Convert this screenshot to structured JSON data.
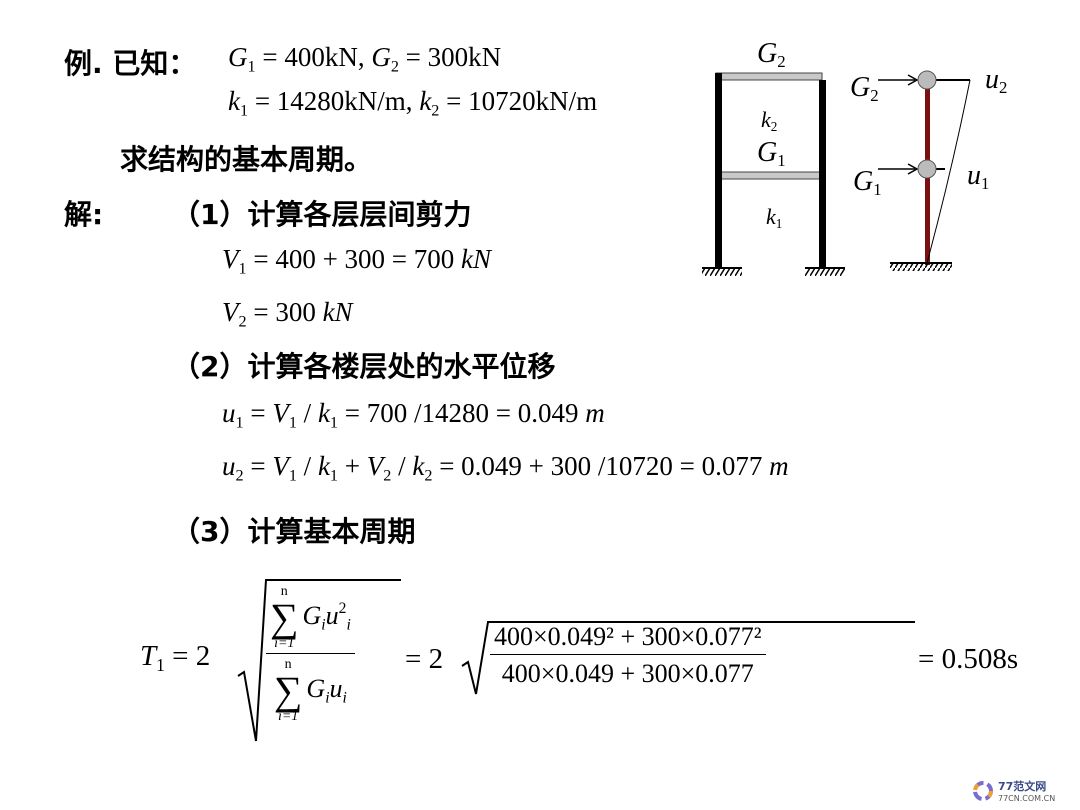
{
  "heading": {
    "example": "例. 已知：",
    "ask": "求结构的基本周期。",
    "solve": "解:",
    "step1": "（1）计算各层层间剪力",
    "step2": "（2）计算各楼层处的水平位移",
    "step3": "（3）计算基本周期"
  },
  "given": {
    "line1": [
      {
        "t": "G",
        "i": 1
      },
      {
        "sub": "1"
      },
      {
        "t": " = 400kN, "
      },
      {
        "t": "G",
        "i": 1
      },
      {
        "sub": "2"
      },
      {
        "t": " = 300kN"
      }
    ],
    "line2": [
      {
        "t": "k",
        "i": 1
      },
      {
        "sub": "1"
      },
      {
        "t": " = 14280kN/m, "
      },
      {
        "t": "k",
        "i": 1
      },
      {
        "sub": "2"
      },
      {
        "t": " = 10720kN/m"
      }
    ]
  },
  "equations": {
    "v1": [
      {
        "t": "V",
        "i": 1
      },
      {
        "sub": "1"
      },
      {
        "t": " = 400 + 300  = 700 "
      },
      {
        "t": "kN",
        "i": 1
      }
    ],
    "v2": [
      {
        "t": "V",
        "i": 1
      },
      {
        "sub": "2"
      },
      {
        "t": " = 300 "
      },
      {
        "t": "kN",
        "i": 1
      }
    ],
    "u1": [
      {
        "t": "u",
        "i": 1
      },
      {
        "sub": "1"
      },
      {
        "t": " = "
      },
      {
        "t": "V",
        "i": 1
      },
      {
        "sub": "1"
      },
      {
        "t": " / "
      },
      {
        "t": "k",
        "i": 1
      },
      {
        "sub": "1"
      },
      {
        "t": " = 700 /14280  = 0.049 "
      },
      {
        "t": "m",
        "i": 1
      }
    ],
    "u2": [
      {
        "t": "u",
        "i": 1
      },
      {
        "sub": "2"
      },
      {
        "t": " = "
      },
      {
        "t": "V",
        "i": 1
      },
      {
        "sub": "1"
      },
      {
        "t": " / "
      },
      {
        "t": "k",
        "i": 1
      },
      {
        "sub": "1"
      },
      {
        "t": " + "
      },
      {
        "t": "V",
        "i": 1
      },
      {
        "sub": "2"
      },
      {
        "t": " / "
      },
      {
        "t": "k",
        "i": 1
      },
      {
        "sub": "2"
      },
      {
        "t": " = 0.049 + 300 /10720  = 0.077 "
      },
      {
        "t": "m",
        "i": 1
      }
    ]
  },
  "period": {
    "lhs": "T",
    "lhs_sub": "1",
    "eq_two": "= 2",
    "sum_top": "n",
    "sum_bottom": "i=1",
    "sigma": "∑",
    "num_term": "G",
    "num_sub": "i",
    "num_u": "u",
    "num_u_sup": "2",
    "num_u_sub": "i",
    "den_term": "G",
    "den_sub": "i",
    "den_u": "u",
    "den_u_sub": "i",
    "eq_two2": "= 2",
    "num2": "400×0.049² + 300×0.077²",
    "den2": "400×0.049 + 300×0.077",
    "result": "= 0.508s"
  },
  "diagram": {
    "G2_top": "G",
    "G2_top_sub": "2",
    "k2": "k",
    "k2_sub": "2",
    "G1_mid": "G",
    "G1_mid_sub": "1",
    "k1": "k",
    "k1_sub": "1",
    "G2_arrow": "G",
    "G2_arrow_sub": "2",
    "G1_arrow": "G",
    "G1_arrow_sub": "1",
    "u2": "u",
    "u2_sub": "2",
    "u1": "u",
    "u1_sub": "1",
    "column_color": "#7a1010"
  },
  "watermark": {
    "name": "77范文网",
    "url": "77CN.COM.CN"
  }
}
